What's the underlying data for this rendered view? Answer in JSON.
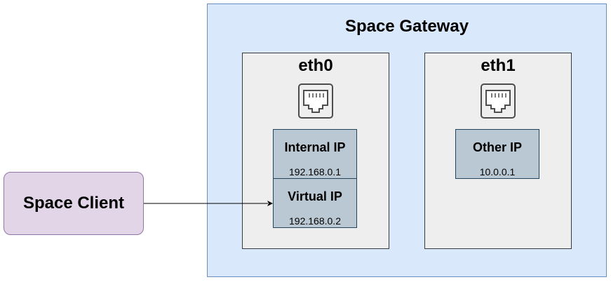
{
  "gateway": {
    "title": "Space Gateway"
  },
  "eth0": {
    "title": "eth0",
    "icon": "ethernet-port-icon",
    "internal": {
      "name": "Internal IP",
      "address": "192.168.0.1"
    },
    "virtual": {
      "name": "Virtual IP",
      "address": "192.168.0.2"
    }
  },
  "eth1": {
    "title": "eth1",
    "icon": "ethernet-port-icon",
    "other": {
      "name": "Other IP",
      "address": "10.0.0.1"
    }
  },
  "client": {
    "title": "Space Client"
  },
  "colors": {
    "gateway_fill": "#dae8fc",
    "gateway_border": "#6c8ebf",
    "eth_fill": "#eeeeee",
    "ip_fill": "#bac8d3",
    "ip_border": "#23445d",
    "client_fill": "#e1d5e7",
    "client_border": "#9673a6"
  }
}
